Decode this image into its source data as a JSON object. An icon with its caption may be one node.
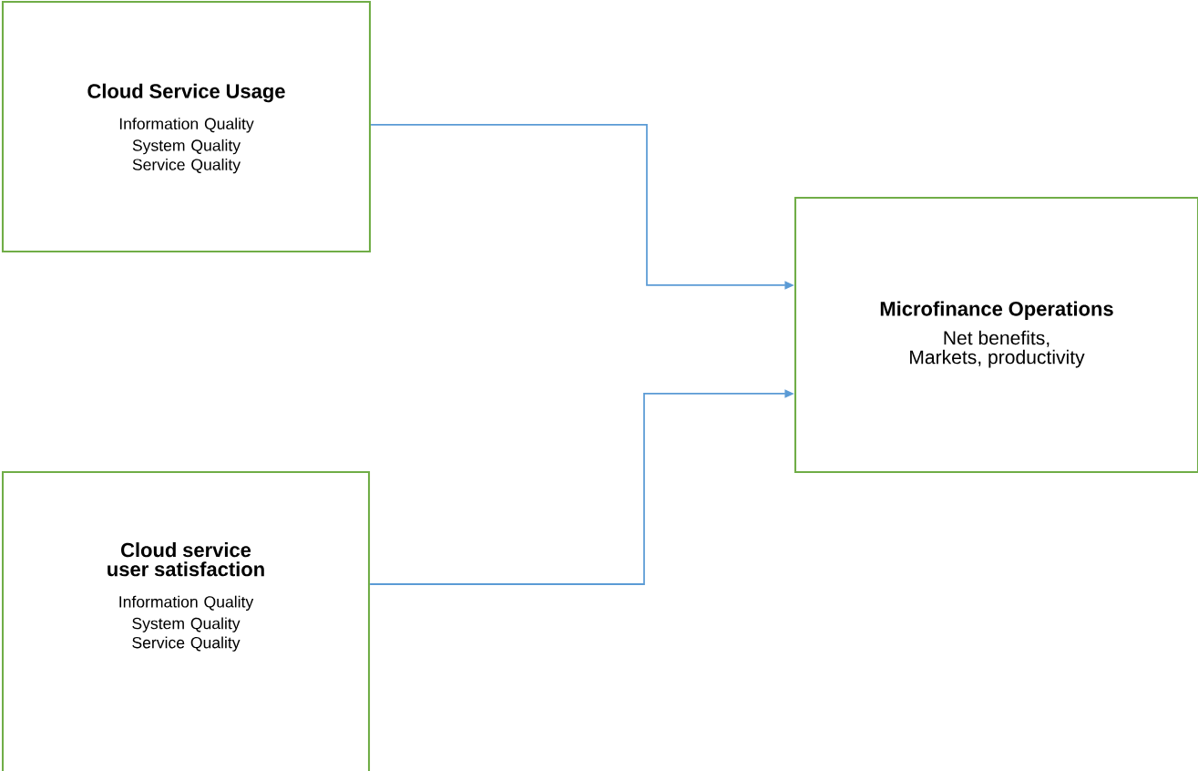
{
  "diagram": {
    "nodes": [
      {
        "text": [
          "Cloud Service Usage",
          "Information Quality",
          "System Quality",
          "Service Quality"
        ]
      },
      {
        "text": [
          "Cloud service user satisfaction",
          "Information Quality",
          "System Quality",
          "Service Quality"
        ]
      },
      {
        "text": [
          "Microfinance Operations",
          "Net benefits, Markets, productivity"
        ]
      }
    ],
    "edges": [
      {
        "from": 0,
        "to": 2,
        "arrow": "to"
      },
      {
        "from": 1,
        "to": 2,
        "arrow": "to"
      }
    ]
  }
}
